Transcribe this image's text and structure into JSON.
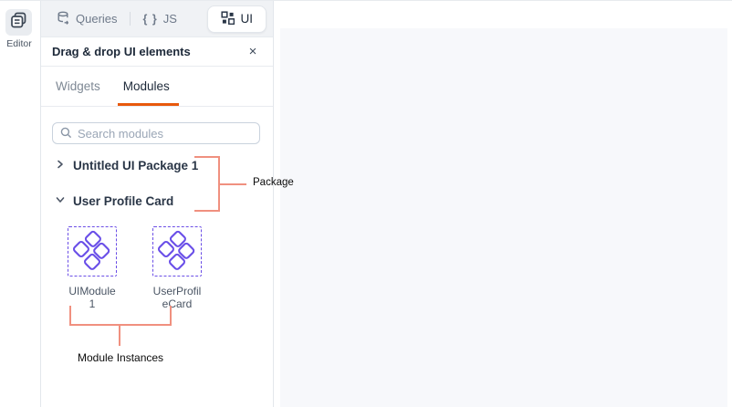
{
  "rail": {
    "editor_label": "Editor"
  },
  "mode_tabs": {
    "queries_label": "Queries",
    "js_braces": "{ }",
    "js_label": "JS",
    "ui_label": "UI"
  },
  "panel": {
    "title": "Drag & drop UI elements",
    "close_glyph": "×",
    "tabs": {
      "widgets": "Widgets",
      "modules": "Modules"
    },
    "search_placeholder": "Search modules",
    "tree": {
      "package_collapsed": "Untitled UI Package 1",
      "package_expanded": "User Profile Card"
    },
    "modules": [
      {
        "name": "UIModule 1",
        "line1": "UIModule",
        "line2": "1"
      },
      {
        "name": "UserProfileCard",
        "line1": "UserProfil",
        "line2": "eCard"
      }
    ]
  },
  "annotations": {
    "package_label": "Package",
    "instances_label": "Module Instances"
  },
  "colors": {
    "accent_orange": "#E8590C",
    "module_purple": "#6A4FE8",
    "annotation_coral": "#F0907F",
    "canvas_gray": "#F7F8FB"
  }
}
